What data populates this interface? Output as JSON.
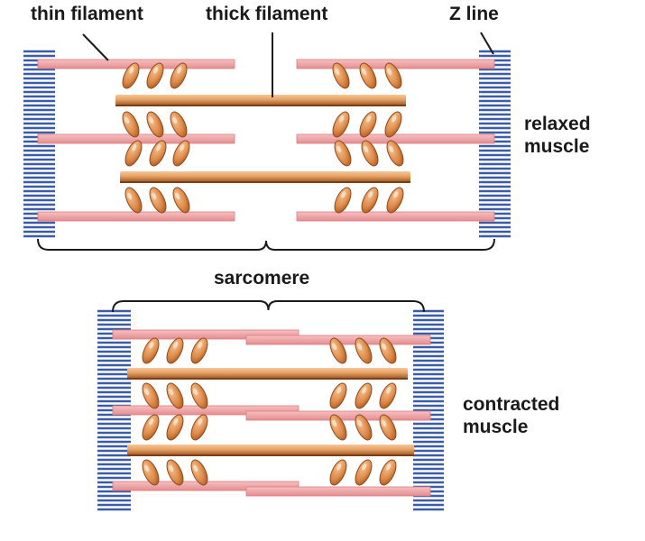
{
  "labels": {
    "thin_filament": "thin filament",
    "thick_filament": "thick filament",
    "z_line": "Z line",
    "relaxed": [
      "relaxed",
      "muscle"
    ],
    "sarcomere": "sarcomere",
    "contracted": [
      "contracted",
      "muscle"
    ]
  },
  "colors": {
    "z_line": "#3d5ca8",
    "thin_filament": "#f2a3a3",
    "thin_filament_edge": "#d97e80",
    "thick_filament": "#e8a265",
    "thick_filament_dark": "#7a3f17",
    "myosin_head": "#de8b4a",
    "myosin_head_edge": "#8f4a1c",
    "bracket": "#1a1a1a"
  }
}
